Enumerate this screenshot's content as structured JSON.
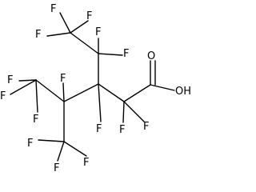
{
  "molecule": {
    "atoms": {
      "f_top_a": "F",
      "f_top_b": "F",
      "f_top_c": "F",
      "f_c2_a": "F",
      "f_c2_b": "F",
      "f_left_a": "F",
      "f_left_b": "F",
      "f_left_c": "F",
      "f_c4": "F",
      "f_c3": "F",
      "f_alpha_a": "F",
      "f_alpha_b": "F",
      "f_bot_a": "F",
      "f_bot_b": "F",
      "f_bot_c": "F",
      "oxygen": "O",
      "hydroxyl": "OH"
    }
  }
}
